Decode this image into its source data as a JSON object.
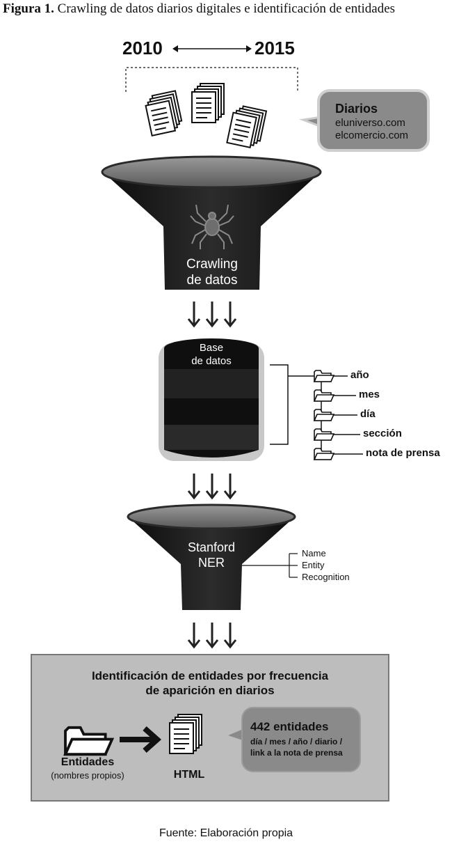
{
  "figure": {
    "label": "Figura 1.",
    "title": "Crawling de datos diarios digitales e identificación de entidades"
  },
  "timeline": {
    "start": "2010",
    "end": "2015"
  },
  "diarios": {
    "heading": "Diarios",
    "sites": [
      "eluniverso.com",
      "elcomercio.com"
    ]
  },
  "funnel1": {
    "line1": "Crawling",
    "line2": "de datos",
    "icon": "spider-icon"
  },
  "database": {
    "line1": "Base",
    "line2": "de datos",
    "folders": [
      "año",
      "mes",
      "día",
      "sección",
      "nota de prensa"
    ]
  },
  "funnel2": {
    "line1": "Stanford",
    "line2": "NER",
    "labels": [
      "Name",
      "Entity",
      "Recognition"
    ]
  },
  "result": {
    "heading_line1": "Identificación de entidades por frecuencia",
    "heading_line2": "de aparición en diarios",
    "entidades_label": "Entidades",
    "entidades_sub": "(nombres propios)",
    "html_label": "HTML",
    "count": "442 entidades",
    "desc_line1": "día / mes / año / diario /",
    "desc_line2": "link a la nota de prensa"
  },
  "source": "Fuente: Elaboración propia",
  "colors": {
    "dark": "#1b1b1b",
    "light_gray": "#c8c8c8",
    "mid_gray": "#8a8a8a",
    "box": "#bdbdbd"
  }
}
